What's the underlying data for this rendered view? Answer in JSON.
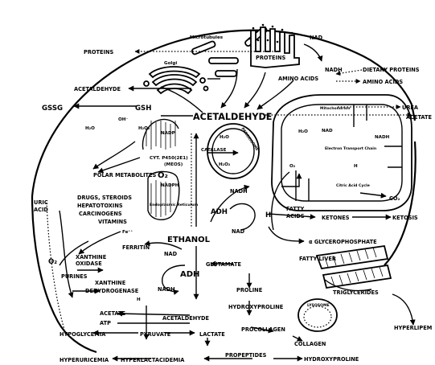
{
  "labels": {
    "microtubules": "Microtubules",
    "nad_top": "NAD",
    "nadh_top": "NADH",
    "proteins_left": "PROTEINS",
    "proteins_center": "PROTEINS",
    "golgi": "Golgi",
    "dietary_proteins": "DIETARY PROTEINS",
    "amino_acids_center": "AMINO ACIDS",
    "amino_acids_right": "AMINO ACIDS",
    "acetaldehyde_left": "ACETALDEHYDE",
    "gssg": "GSSG",
    "gsh": "GSH",
    "acetaldehyde_main": "ACETALDEHYDE",
    "urea": "UREA",
    "acetate_right": "ACETATE",
    "h2o_left": "H₂O",
    "oh": "OH⁻",
    "h2o2_left": "H₂O₂",
    "nadp": "NADP",
    "catalase": "CATALASE",
    "h2o_perox": "H₂O",
    "h2o2_perox": "H₂O₂",
    "peroxisome": "PEROXISOME",
    "mitochondrion": "Mitochondrion",
    "h2o_mito": "H₂O",
    "nad_mito": "NAD",
    "nadh_mito": "NADH",
    "electron_transport": "Electron Transport Chain",
    "o2_mito": "O₂",
    "h_mito": "H",
    "citric_acid_cycle": "Citric Acid Cycle",
    "cyt_p450": "CYT. P450(2E1)",
    "meos": "(MEOS)",
    "o2_er": "O₂",
    "nadph": "NADPH",
    "er": "Endoplasmic Reticulum",
    "polar_metabolites": "POLAR METABOLITES",
    "drugs": "DRUGS, STEROIDS",
    "hepatotoxins": "HEPATOTOXINS",
    "carcinogens": "CARCINOGENS",
    "vitamins": "VITAMINS",
    "uric_acid_1": "URIC",
    "uric_acid_2": "ACID",
    "nadh_mid": "NADH",
    "adh_mid": "ADH",
    "nad_mid": "NAD",
    "h_mid": "H",
    "fatty_acids_1": "FATTY",
    "fatty_acids_2": "ACIDS",
    "ketones": "KETONES",
    "ketosis": "KETOSIS",
    "co2": "CO₂",
    "alpha_gp": "α GLYCEROPHOSPHATE",
    "ethanol": "ETHANOL",
    "fe": "Fe⁺⁺",
    "ferritin": "FERRITIN",
    "nad_low": "NAD",
    "adh_low": "ADH",
    "nadh_low": "NADH",
    "o2_left": "O₂",
    "xanthine_oxidase_1": "XANTHINE",
    "xanthine_oxidase_2": "OXIDASE",
    "purines": "PURINES",
    "xanthine_dh_1": "XANTHINE",
    "xanthine_dh_2": "DEHYDROGENASE",
    "glutamate": "GLUTAMATE",
    "fatty_liver": "FATTY LIVER",
    "proline": "PROLINE",
    "triglycerides": "TRIGLYCERIDES",
    "h_low": "H",
    "acetate_low": "ACETATE",
    "atp": "ATP",
    "acetaldehyde_low": "ACETALDEHYDE",
    "hydroxyproline": "HYDROXYPROLINE",
    "lysosome": "LYSOSOME",
    "hypoglycemia": "HYPOGLYCEMIA",
    "pyruvate": "PYRUVATE",
    "lactate": "LACTATE",
    "procollagen": "PROCOLLAGEN",
    "collagen": "COLLAGEN",
    "hyperlipemia": "HYPERLIPEM",
    "hyperuricemia": "HYPERURICEMIA",
    "hyperlactacidemia": "HYPERLACTACIDEMIA",
    "propeptides": "PROPEPTIDES",
    "hydroxyproline_low": "HYDROXYPROLINE"
  }
}
